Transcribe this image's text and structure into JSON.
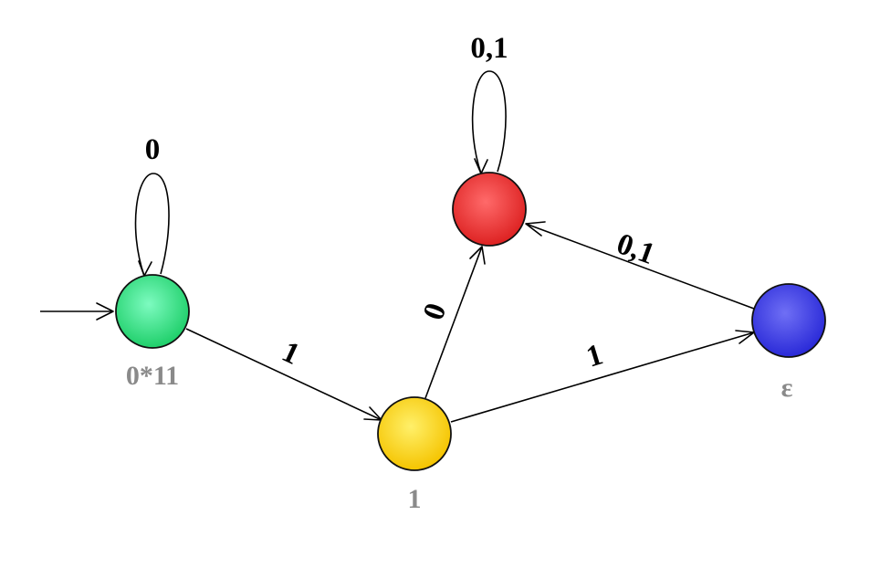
{
  "diagram": {
    "states": [
      {
        "id": "q0",
        "label": "0*11",
        "color": "#3fe58a",
        "initial": true
      },
      {
        "id": "q1",
        "label": "1",
        "color": "#ffd21a",
        "initial": false
      },
      {
        "id": "qdead",
        "label": "",
        "color": "#ee3b3b",
        "initial": false
      },
      {
        "id": "qeps",
        "label": "ε",
        "color": "#3f3fe8",
        "initial": false
      }
    ],
    "transitions": [
      {
        "from": "q0",
        "to": "q0",
        "label": "0"
      },
      {
        "from": "q0",
        "to": "q1",
        "label": "1"
      },
      {
        "from": "q1",
        "to": "qdead",
        "label": "0"
      },
      {
        "from": "q1",
        "to": "qeps",
        "label": "1"
      },
      {
        "from": "qeps",
        "to": "qdead",
        "label": "0,1"
      },
      {
        "from": "qdead",
        "to": "qdead",
        "label": "0,1"
      }
    ]
  }
}
